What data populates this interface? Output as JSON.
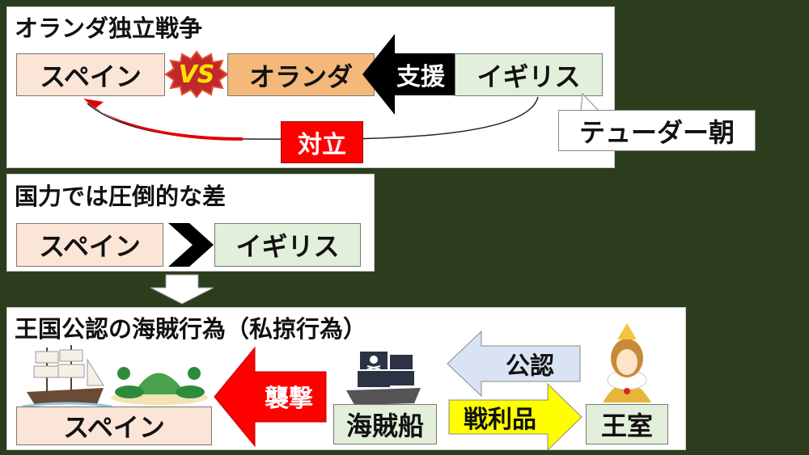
{
  "section1": {
    "title": "オランダ独立戦争",
    "spain": "スペイン",
    "vs": "VS",
    "netherlands": "オランダ",
    "support": "支援",
    "england": "イギリス",
    "conflict": "対立",
    "tudor": "テューダー朝"
  },
  "section2": {
    "title": "国力では圧倒的な差",
    "spain": "スペイン",
    "england": "イギリス"
  },
  "section3": {
    "title": "王国公認の海賊行為（私掠行為）",
    "spain": "スペイン",
    "raid": "襲撃",
    "pirate_ship": "海賊船",
    "authorization": "公認",
    "spoils": "戦利品",
    "royal": "王室"
  },
  "colors": {
    "background": "#2c3d1e",
    "spain": "#fbe5d6",
    "netherlands": "#f4b97a",
    "england": "#e2efda",
    "red": "#ff0000",
    "yellow": "#ffff00",
    "blue": "#dae3f3"
  }
}
